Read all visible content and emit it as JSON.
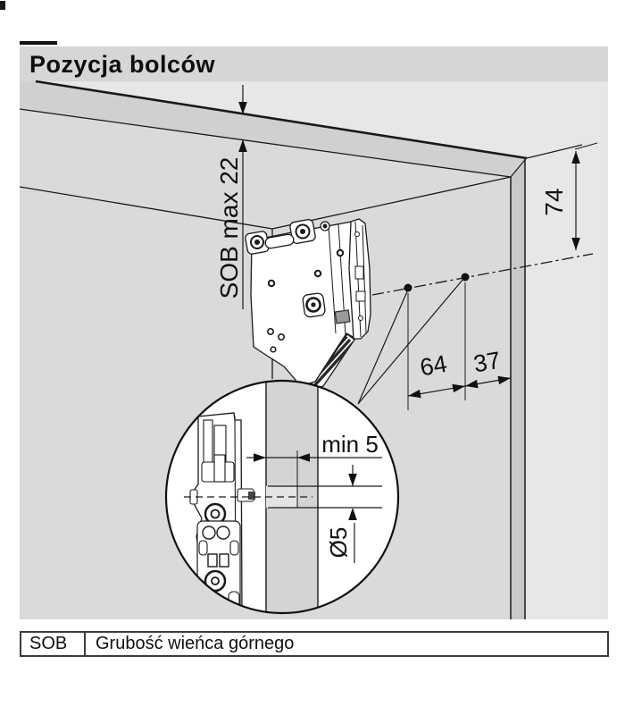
{
  "title_bar": {
    "title": "Pozycja bolców"
  },
  "diagram": {
    "labels": {
      "sob_max": "SOB max 22",
      "panel_height": "74",
      "bolt_spacing": "64",
      "edge_distance": "37",
      "min_depth": "min 5",
      "hole_diameter": "Ø5"
    },
    "colors": {
      "line": "#1a1a1a",
      "background_outer": "#e7e7e7",
      "cabinet_interior": "#dadada",
      "panel_front_face": "#d0d0d0",
      "side_panel_edge": "#c8c8c8"
    }
  },
  "legend_table": {
    "term": "SOB",
    "definition": "Grubość wieńca górnego"
  }
}
